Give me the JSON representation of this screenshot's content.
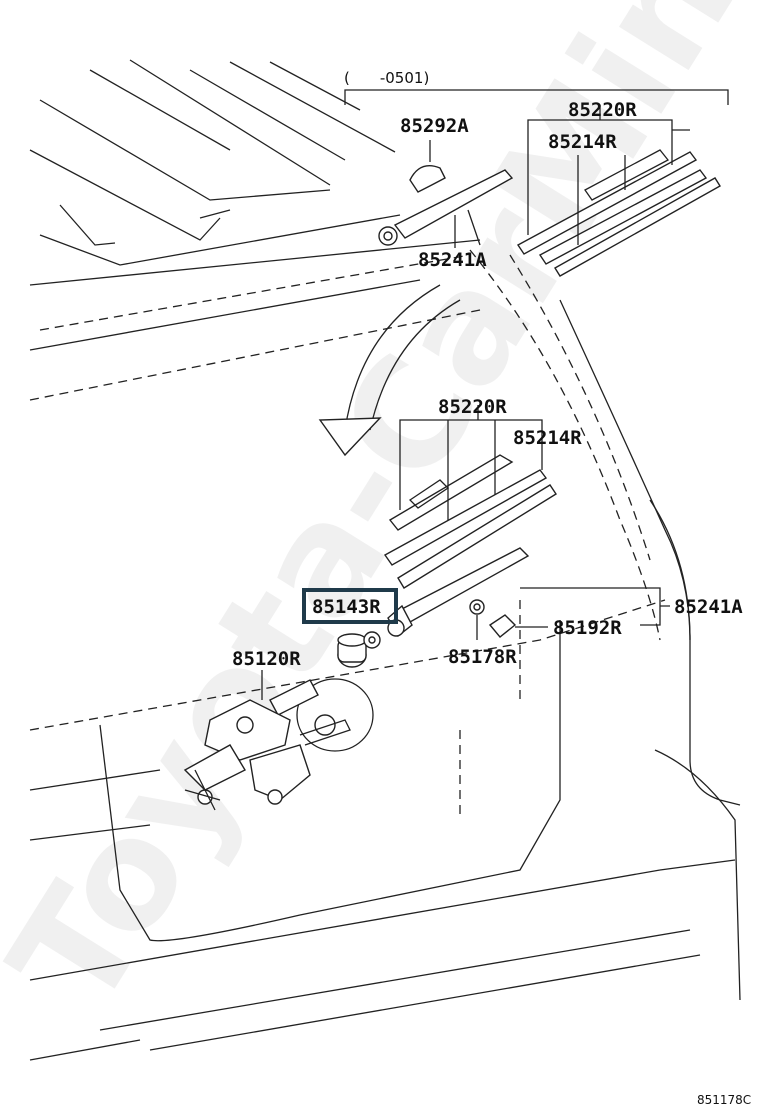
{
  "diagram": {
    "date_range": "(　　-0501)",
    "watermark": "Toyota-CarMine.ru",
    "reference_code": "851178C",
    "labels": {
      "p85292A": "85292A",
      "p85220R_top": "85220R",
      "p85214R_top": "85214R",
      "p85241A_top": "85241A",
      "p85220R_mid": "85220R",
      "p85214R_mid": "85214R",
      "p85143R": "85143R",
      "p85241A_right": "85241A",
      "p85192R": "85192R",
      "p85178R": "85178R",
      "p85120R": "85120R"
    },
    "highlighted_part": "85143R",
    "colors": {
      "highlight": "#1f3a4a",
      "line": "#222222"
    }
  }
}
